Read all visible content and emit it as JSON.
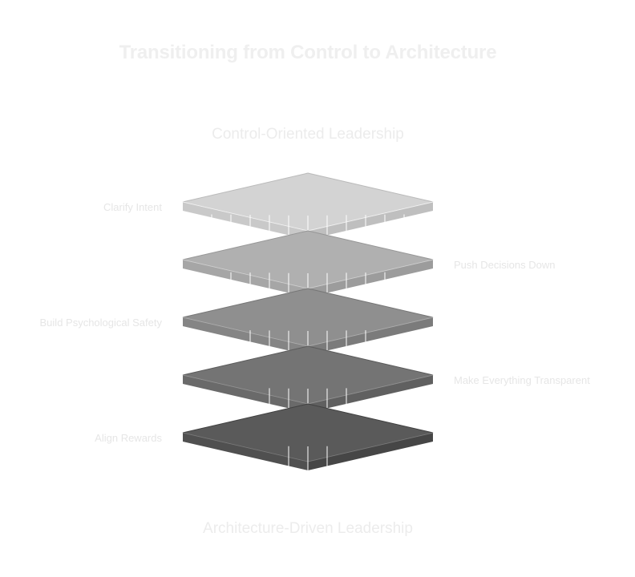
{
  "title": "Transitioning from Control to Architecture",
  "top_label": "Control-Oriented Leadership",
  "bottom_label": "Architecture-Driven Leadership",
  "layers": [
    {
      "label": "Clarify Intent",
      "side": "left",
      "color": "#d3d3d3"
    },
    {
      "label": "Push Decisions Down",
      "side": "right",
      "color": "#b0b0b0"
    },
    {
      "label": "Build Psychological Safety",
      "side": "left",
      "color": "#8f8f8f"
    },
    {
      "label": "Make Everything Transparent",
      "side": "right",
      "color": "#747474"
    },
    {
      "label": "Align Rewards",
      "side": "left",
      "color": "#5a5a5a"
    }
  ],
  "colors": {
    "arrow": "#ffffff",
    "arrow_above": "#d0d0d0",
    "text": "#ececec"
  }
}
